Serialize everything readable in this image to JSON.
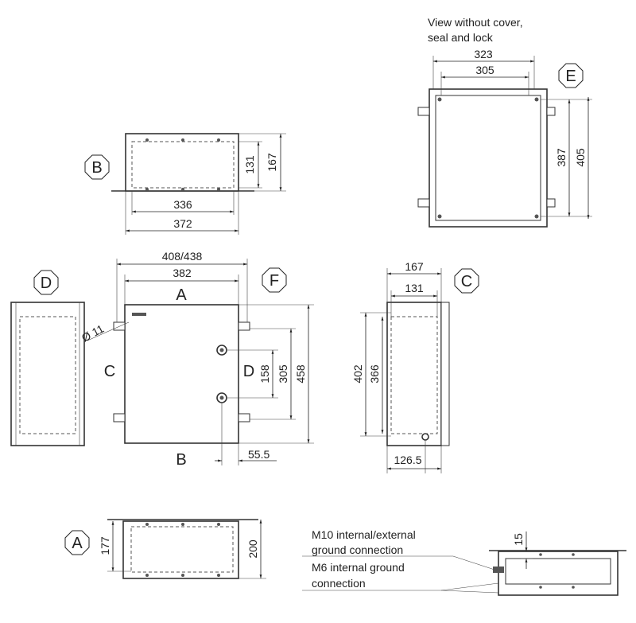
{
  "view_labels": {
    "B": "B",
    "E": "E",
    "D": "D",
    "F": "F",
    "C": "C",
    "A": "A"
  },
  "front_sides": {
    "top": "A",
    "left": "C",
    "right": "D",
    "bottom": "B"
  },
  "notes": {
    "view_e_line1": "View without cover,",
    "view_e_line2": "seal and lock",
    "m10_line1": "M10 internal/external",
    "m10_line2": "ground connection",
    "m6_line1": "M6 internal ground",
    "m6_line2": "connection"
  },
  "dimensions": {
    "view_b": {
      "inner_height": "131",
      "outer_height": "167",
      "inner_width": "336",
      "outer_width": "372"
    },
    "view_e": {
      "outer_width": "323",
      "inner_width": "305",
      "inner_height": "387",
      "outer_height": "405"
    },
    "view_f": {
      "overall_width": "408/438",
      "body_width": "382",
      "knob_spacing": "158",
      "mount_spacing": "305",
      "height": "458",
      "hole_diameter": "Ø 11",
      "knob_offset": "55.5"
    },
    "view_c": {
      "outer_width": "167",
      "inner_width": "131",
      "outer_height": "402",
      "inner_height": "366",
      "knob_offset": "126.5"
    },
    "view_a": {
      "inner_depth": "177",
      "outer_depth": "200"
    },
    "detail": {
      "offset": "15"
    }
  }
}
